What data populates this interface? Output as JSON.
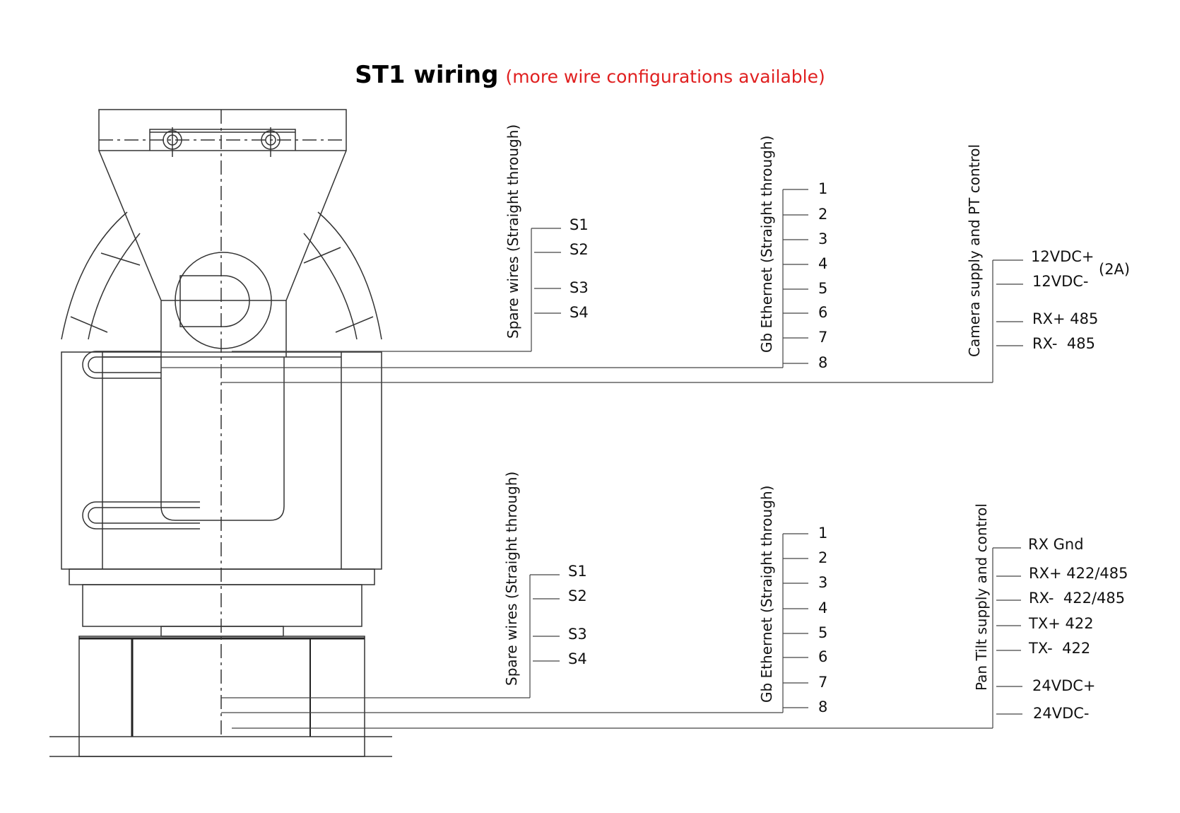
{
  "title": {
    "main": "ST1 wiring",
    "note": "(more wire configurations available)"
  },
  "top_section": {
    "spare": {
      "heading": "Spare wires (Straight through)",
      "pins": [
        "S1",
        "S2",
        "S3",
        "S4"
      ]
    },
    "ethernet": {
      "heading": "Gb Ethernet (Straight through)",
      "pins": [
        "1",
        "2",
        "3",
        "4",
        "5",
        "6",
        "7",
        "8"
      ]
    },
    "power": {
      "heading": "Camera supply and PT control",
      "pins": [
        "12VDC+",
        "12VDC-",
        "RX+ 485",
        "RX-  485"
      ],
      "current_note": "(2A)"
    }
  },
  "bottom_section": {
    "spare": {
      "heading": "Spare wires (Straight through)",
      "pins": [
        "S1",
        "S2",
        "S3",
        "S4"
      ]
    },
    "ethernet": {
      "heading": "Gb Ethernet (Straight through)",
      "pins": [
        "1",
        "2",
        "3",
        "4",
        "5",
        "6",
        "7",
        "8"
      ]
    },
    "power": {
      "heading": "Pan Tilt supply and control",
      "pins": [
        "RX Gnd",
        "RX+ 422/485",
        "RX-  422/485",
        "TX+ 422",
        "TX-  422",
        "24VDC+",
        "24VDC-"
      ]
    }
  }
}
